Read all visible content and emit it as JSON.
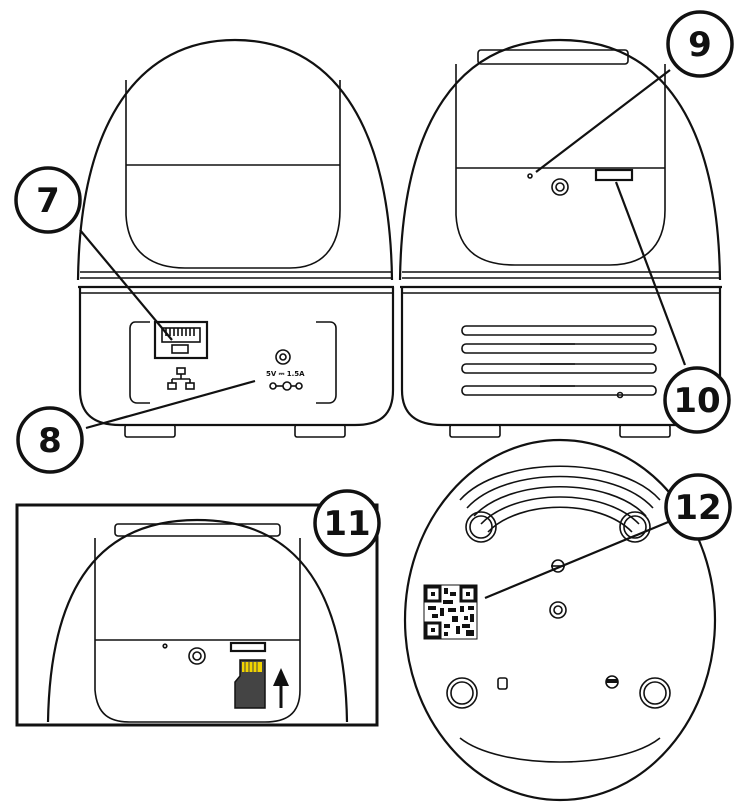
{
  "callouts": [
    {
      "id": "7",
      "label": "7"
    },
    {
      "id": "8",
      "label": "8"
    },
    {
      "id": "9",
      "label": "9"
    },
    {
      "id": "10",
      "label": "10"
    },
    {
      "id": "11",
      "label": "11"
    },
    {
      "id": "12",
      "label": "12"
    }
  ],
  "power_label": {
    "rating": "5V ⎓ 1.5A",
    "voltage": "5V",
    "current": "1.5A"
  },
  "icons": [
    "ethernet-port-icon",
    "network-icon",
    "dc-polarity-icon",
    "microsd-card-icon",
    "insert-arrow-icon",
    "qr-code-icon"
  ]
}
